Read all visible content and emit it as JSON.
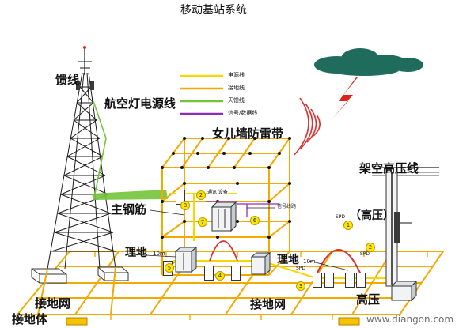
{
  "title": "移动基站系统",
  "legend": [
    {
      "text": "电源线",
      "color": "#f7d700"
    },
    {
      "text": "接地线",
      "color": "#f2a900"
    },
    {
      "text": "天馈线",
      "color": "#74c43a"
    },
    {
      "text": "信号/数据线",
      "color": "#8e2db8"
    }
  ],
  "labels": {
    "feeder": "馈线",
    "aviation_light_power": "航空灯电源线",
    "parapet_lightning_belt": "女儿墙防雷带",
    "main_rebar": "主钢筋",
    "overhead_hv_line": "架空高压线",
    "hv_paren": "（高压）",
    "hv": "高压",
    "buried_left": "理地",
    "buried_left_dist": "10m",
    "buried_right": "理地",
    "buried_right_dist": "10m",
    "ground_grid_left": "接地网",
    "ground_grid_right": "接地网",
    "ground_body": "接地体",
    "comm_equipment": "通讯 设备",
    "signal_line": "信号线路",
    "spd": "SPD"
  },
  "numbers": [
    "1",
    "2",
    "3",
    "4",
    "5",
    "6",
    "7",
    "8"
  ],
  "watermark": "www.diangon.com",
  "colors": {
    "structure": "#f2a900",
    "power": "#f7d700",
    "feeder": "#74c43a",
    "signal": "#8e2db8",
    "lightning": "#e2231a",
    "cloud": "#1f6b5c",
    "arc": "#d93030",
    "tower": "#1a1a1a"
  }
}
